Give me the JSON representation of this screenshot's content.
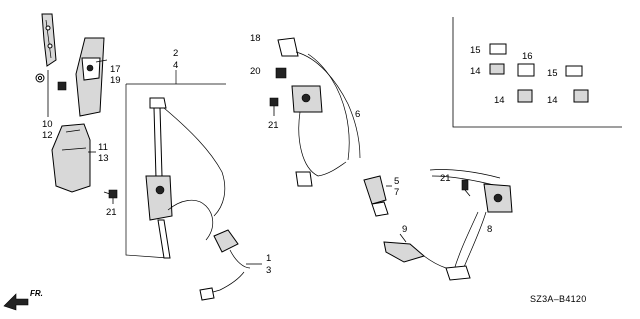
{
  "diagram_code": "SZ3A–B4120",
  "direction_label": "FR.",
  "callouts": {
    "p18": "18",
    "p20": "20",
    "p21a": "21",
    "p6": "6",
    "p2": "2",
    "p4": "4",
    "p17": "17",
    "p19": "19",
    "p10": "10",
    "p12": "12",
    "p11": "11",
    "p13": "13",
    "p21b": "21",
    "p1": "1",
    "p3": "3",
    "p5": "5",
    "p7": "7",
    "p21c": "21",
    "p8": "8",
    "p9": "9",
    "p15a": "15",
    "p14a": "14",
    "p16": "16",
    "p15b": "15",
    "p14b": "14",
    "p14c": "14"
  }
}
